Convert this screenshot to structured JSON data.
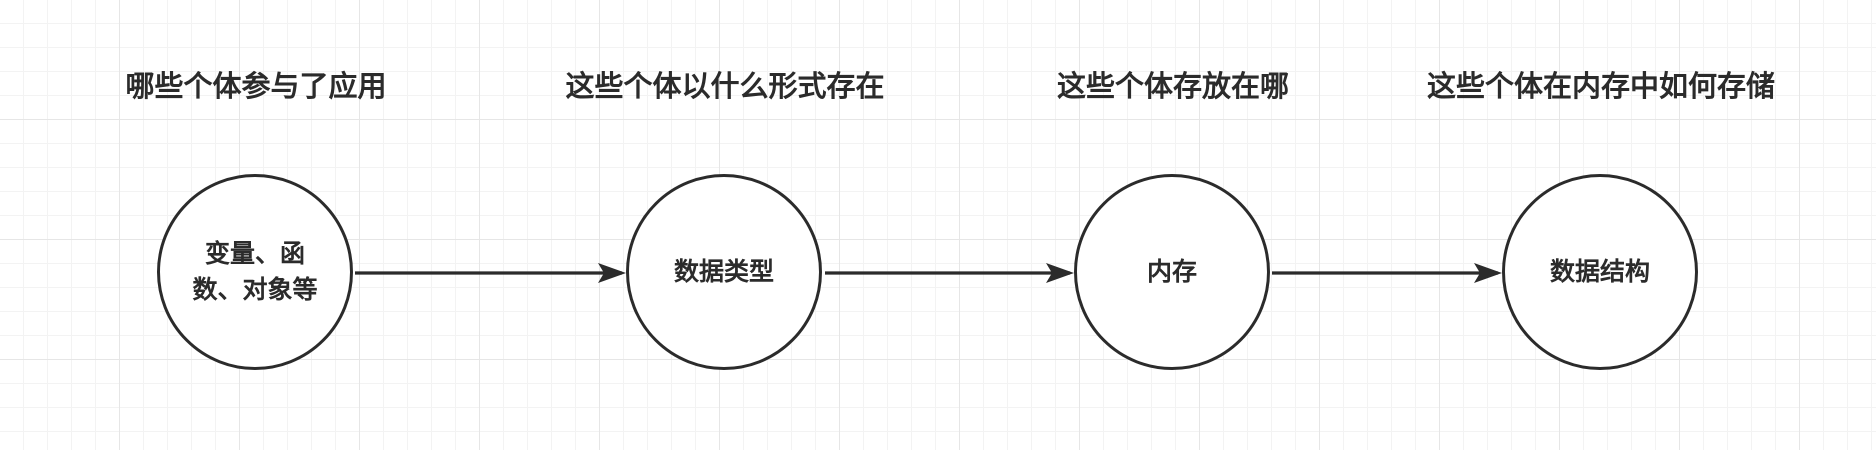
{
  "headings": [
    "哪些个体参与了应用",
    "这些个体以什么形式存在",
    "这些个体存放在哪",
    "这些个体在内存中如何存储"
  ],
  "nodes": [
    {
      "label_line1": "变量、函",
      "label_line2": "数、对象等"
    },
    {
      "label": "数据类型"
    },
    {
      "label": "内存"
    },
    {
      "label": "数据结构"
    }
  ],
  "colors": {
    "stroke": "#2b2b2b",
    "grid": "#e6e6e6",
    "background": "#ffffff"
  },
  "edges": [
    {
      "from": "变量、函数、对象等",
      "to": "数据类型"
    },
    {
      "from": "数据类型",
      "to": "内存"
    },
    {
      "from": "内存",
      "to": "数据结构"
    }
  ]
}
